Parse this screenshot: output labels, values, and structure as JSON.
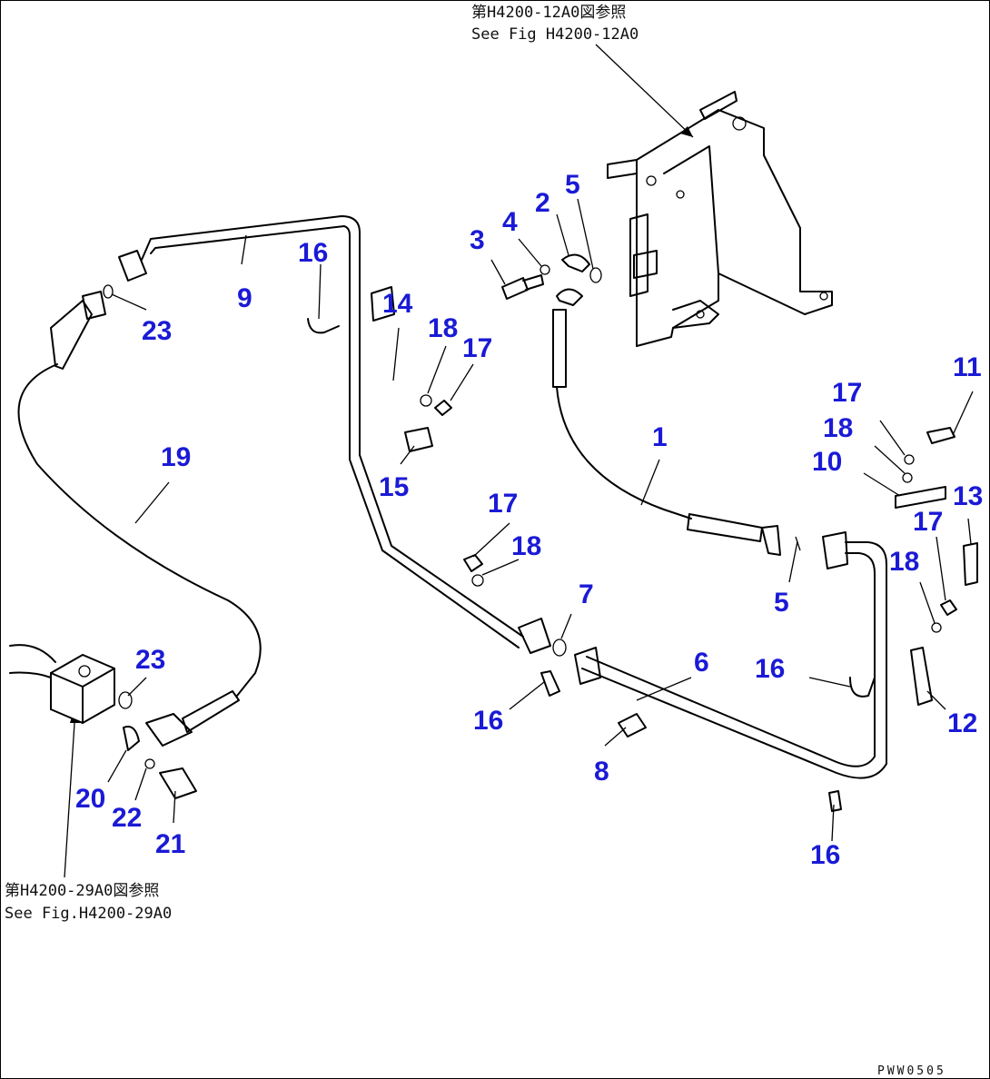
{
  "references": {
    "top_jp": "第H4200-12A0図参照",
    "top_en": "See Fig H4200-12A0",
    "bottom_jp": "第H4200-29A0図参照",
    "bottom_en": "See Fig.H4200-29A0"
  },
  "drawing_code": "PWW0505",
  "callouts": [
    {
      "id": "c1",
      "label": "1"
    },
    {
      "id": "c2",
      "label": "2"
    },
    {
      "id": "c3",
      "label": "3"
    },
    {
      "id": "c4",
      "label": "4"
    },
    {
      "id": "c5a",
      "label": "5"
    },
    {
      "id": "c5b",
      "label": "5"
    },
    {
      "id": "c6",
      "label": "6"
    },
    {
      "id": "c7",
      "label": "7"
    },
    {
      "id": "c8",
      "label": "8"
    },
    {
      "id": "c9",
      "label": "9"
    },
    {
      "id": "c10",
      "label": "10"
    },
    {
      "id": "c11",
      "label": "11"
    },
    {
      "id": "c12",
      "label": "12"
    },
    {
      "id": "c13",
      "label": "13"
    },
    {
      "id": "c14",
      "label": "14"
    },
    {
      "id": "c15",
      "label": "15"
    },
    {
      "id": "c16a",
      "label": "16"
    },
    {
      "id": "c16b",
      "label": "16"
    },
    {
      "id": "c16c",
      "label": "16"
    },
    {
      "id": "c16d",
      "label": "16"
    },
    {
      "id": "c17a",
      "label": "17"
    },
    {
      "id": "c17b",
      "label": "17"
    },
    {
      "id": "c17c",
      "label": "17"
    },
    {
      "id": "c17d",
      "label": "17"
    },
    {
      "id": "c18a",
      "label": "18"
    },
    {
      "id": "c18b",
      "label": "18"
    },
    {
      "id": "c18c",
      "label": "18"
    },
    {
      "id": "c18d",
      "label": "18"
    },
    {
      "id": "c19",
      "label": "19"
    },
    {
      "id": "c20",
      "label": "20"
    },
    {
      "id": "c21",
      "label": "21"
    },
    {
      "id": "c22",
      "label": "22"
    },
    {
      "id": "c23a",
      "label": "23"
    },
    {
      "id": "c23b",
      "label": "23"
    }
  ]
}
